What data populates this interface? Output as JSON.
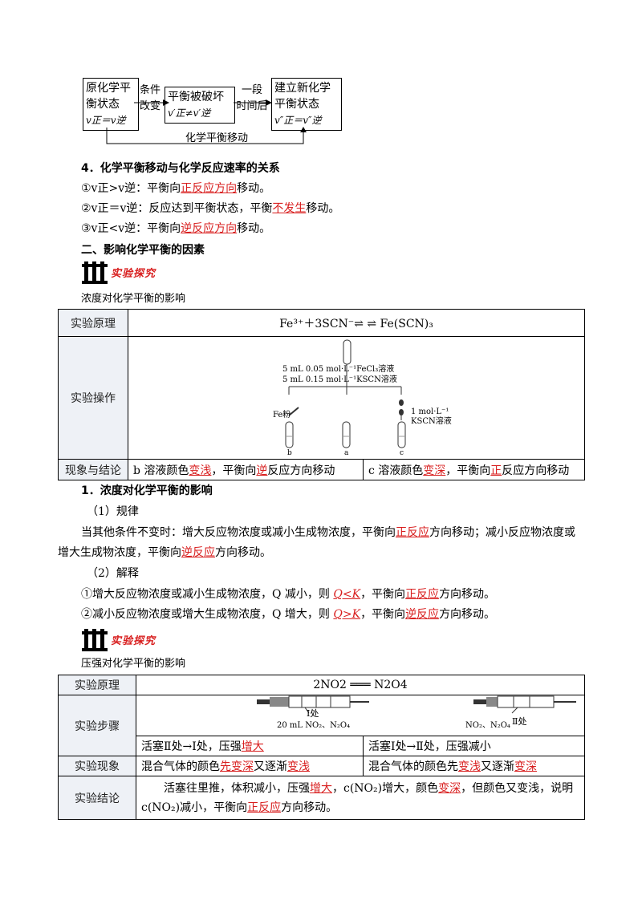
{
  "flow": {
    "box1_l1": "原化学平",
    "box1_l2": "衡状态",
    "box1_l3": "v正＝v逆",
    "arrow1_l1": "条件",
    "arrow1_l2": "改变",
    "box2_l1": "平衡被破坏",
    "box2_l2": "v′正≠v′逆",
    "arrow2_l1": "一段",
    "arrow2_l2": "时间后",
    "box3_l1": "建立新化学",
    "box3_l2": "平衡状态",
    "box3_l3": "v″正＝v″逆",
    "bottom_label": "化学平衡移动"
  },
  "sec4": {
    "title": "4．化学平衡移动与化学反应速率的关系",
    "i1_pre": "①v正>v逆：平衡向",
    "i1_key": "正反应方向",
    "i1_post": "移动。",
    "i2_pre": "②v正＝v逆：反应达到平衡状态，平衡",
    "i2_key": "不发生",
    "i2_post": "移动。",
    "i3_pre": "③v正<v逆：平衡向",
    "i3_key": "逆反应方向",
    "i3_post": "移动。"
  },
  "sec2_title": "二、影响化学平衡的因素",
  "badge_text": "实验探究",
  "exp1": {
    "caption": "浓度对化学平衡的影响",
    "row1_label": "实验原理",
    "row1_value": "Fe³⁺＋3SCN⁻⇌ ⇌ Fe(SCN)₃",
    "row2_label": "实验操作",
    "diag_t1": "5 mL 0.05 mol·L⁻¹FeCl₃溶液",
    "diag_t2": "5 mL 0.15 mol·L⁻¹KSCN溶液",
    "diag_fe": "Fe粉",
    "diag_r1": "1 mol·L⁻¹",
    "diag_r2": "KSCN溶液",
    "diag_b": "b",
    "diag_a": "a",
    "diag_c": "c",
    "row3_label": "现象与结论",
    "b_pre": "b 溶液颜色",
    "b_key1": "变浅",
    "b_mid": "，平衡向",
    "b_key2": "逆",
    "b_post": "反应方向移动",
    "c_pre": "c 溶液颜色",
    "c_key1": "变深",
    "c_mid": "，平衡向",
    "c_key2": "正",
    "c_post": "反应方向移动"
  },
  "sec1": {
    "title": "1．浓度对化学平衡的影响",
    "sub1": "（1）规律",
    "p1_a": "当其他条件不变时：增大反应物浓度或减小生成物浓度，平衡向",
    "p1_k1": "正反应",
    "p1_b": "方向移动；减小反应物浓度或",
    "p2_a": "增大生成物浓度，平衡向",
    "p2_k": "逆反应",
    "p2_b": "方向移动。",
    "sub2": "（2）解释",
    "e1_a": "①增大反应物浓度或减小生成物浓度，Q 减小，则 ",
    "e1_k1": "Q<K",
    "e1_b": "，平衡向",
    "e1_k2": "正反应",
    "e1_c": "方向移动。",
    "e2_a": "②减小反应物浓度或增大生成物浓度，Q 增大，则 ",
    "e2_k1": "Q>K",
    "e2_b": "，平衡向",
    "e2_k2": "逆反应",
    "e2_c": "方向移动。"
  },
  "exp2": {
    "caption": "压强对化学平衡的影响",
    "row1_label": "实验原理",
    "row1_value": "2NO2 ═══ N2O4",
    "row2_label": "实验步骤",
    "syr1_a": "Ⅰ处",
    "syr1_b": "20 mL NO₂、N₂O₄",
    "syr2_a": "NO₂、N₂O₄",
    "syr2_b": "Ⅱ处",
    "step_l_pre": "活塞Ⅱ处→Ⅰ处，压强",
    "step_l_key": "增大",
    "step_r": "活塞Ⅰ处→Ⅱ处，压强减小",
    "row3_label": "实验现象",
    "ph_l_pre": "混合气体的颜色",
    "ph_l_k1": "先变深",
    "ph_l_mid": "又逐渐",
    "ph_l_k2": "变浅",
    "ph_r_pre": "混合气体的颜色先",
    "ph_r_k1": "变浅",
    "ph_r_mid": "又逐渐",
    "ph_r_k2": "变深",
    "row4_label": "实验结论",
    "c1_a": "活塞往里推，体积减小，压强",
    "c1_k1": "增大",
    "c1_b": "，c(NO₂)增大，颜色",
    "c1_k2": "变深",
    "c1_c": "，但颜色又变浅，说明",
    "c2_a": "c(NO₂)减小，平衡向",
    "c2_k": "正反应",
    "c2_b": "方向移动。"
  }
}
